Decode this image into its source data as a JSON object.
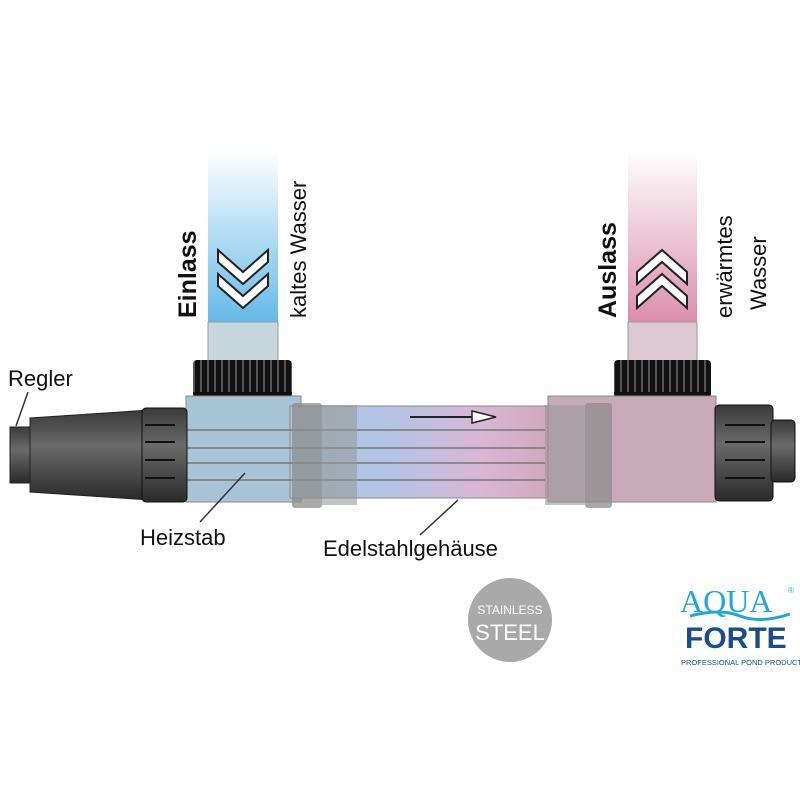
{
  "labels": {
    "regler": "Regler",
    "heizstab": "Heizstab",
    "gehaeuse": "Edelstahlgehäuse",
    "einlass": "Einlass",
    "kaltes_wasser": "kaltes Wasser",
    "auslass": "Auslass",
    "erwaermtes": "erwärmtes",
    "wasser": "Wasser"
  },
  "badge": {
    "line1": "STAINLESS",
    "line2": "STEEL"
  },
  "logo": {
    "aqua": "AQUA",
    "forte": "FORTE",
    "tagline": "PROFESSIONAL POND PRODUCTS",
    "reg": "®"
  },
  "colors": {
    "cold": "#5eb6e6",
    "warm": "#d98aa8",
    "logo_cyan": "#1fa8d8",
    "logo_navy": "#1b4e86",
    "badge": "#a9a9a9"
  }
}
